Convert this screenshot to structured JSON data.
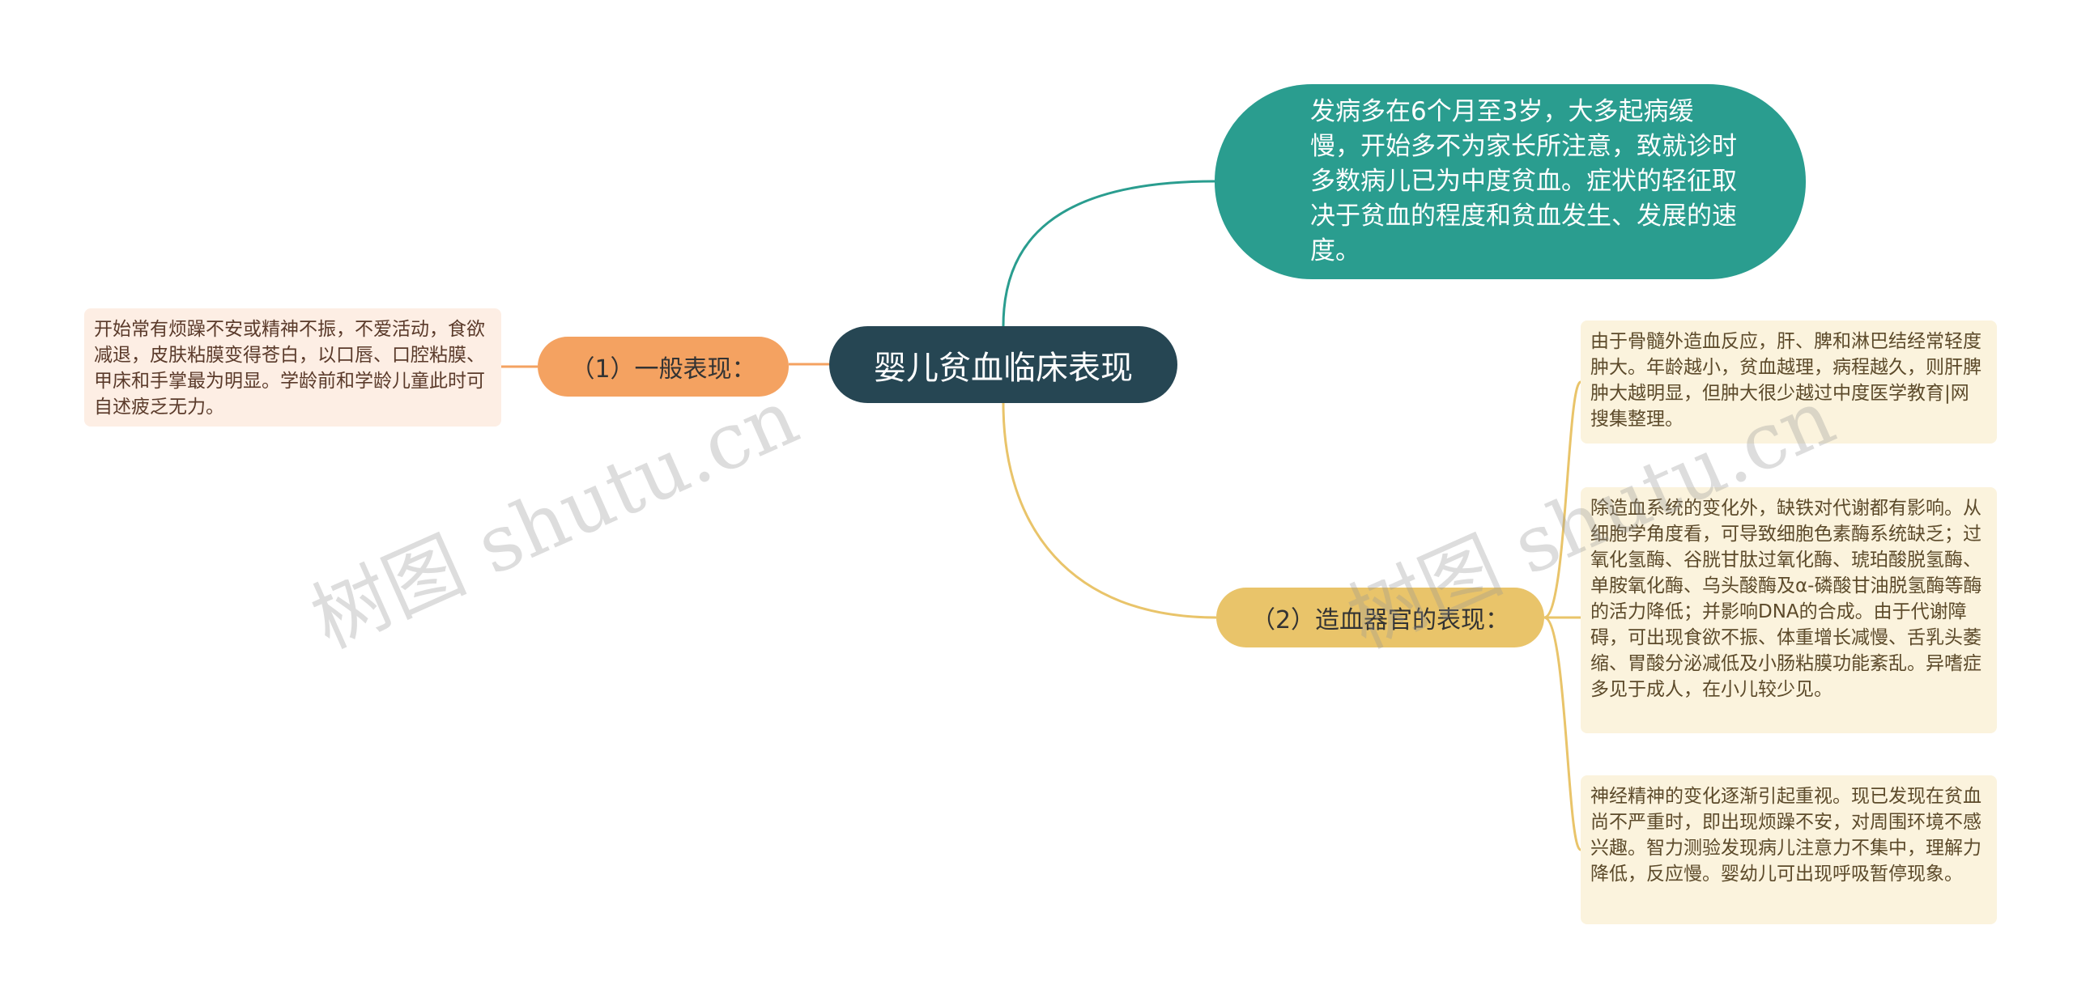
{
  "colors": {
    "root": "#264653",
    "intro": "#2a9d8f",
    "branch_general": "#f4a261",
    "branch_blood": "#e9c46a",
    "leaf_general": "#fdeee4",
    "leaf_blood": "#fbf3dd"
  },
  "root": {
    "label": "婴儿贫血临床表现"
  },
  "intro": {
    "text": "发病多在6个月至3岁，大多起病缓慢，开始多不为家长所注意，致就诊时多数病儿已为中度贫血。症状的轻征取决于贫血的程度和贫血发生、发展的速度。"
  },
  "general": {
    "label": "（1）一般表现：",
    "detail": "开始常有烦躁不安或精神不振，不爱活动，食欲减退，皮肤粘膜变得苍白，以口唇、口腔粘膜、甲床和手掌最为明显。学龄前和学龄儿童此时可自述疲乏无力。"
  },
  "blood_organ": {
    "label": "（2）造血器官的表现：",
    "details": [
      "由于骨髓外造血反应，肝、脾和淋巴结经常轻度肿大。年龄越小，贫血越理，病程越久，则肝脾肿大越明显，但肿大很少越过中度医学教育|网搜集整理。",
      "除造血系统的变化外，缺铁对代谢都有影响。从细胞学角度看，可导致细胞色素酶系统缺乏；过氧化氢酶、谷胱甘肽过氧化酶、琥珀酸脱氢酶、单胺氧化酶、乌头酸酶及α-磷酸甘油脱氢酶等酶的活力降低；并影响DNA的合成。由于代谢障碍，可出现食欲不振、体重增长减慢、舌乳头萎缩、胃酸分泌减低及小肠粘膜功能紊乱。异嗜症多见于成人，在小儿较少见。",
      "神经精神的变化逐渐引起重视。现已发现在贫血尚不严重时，即出现烦躁不安，对周围环境不感兴趣。智力测验发现病儿注意力不集中，理解力降低，反应慢。婴幼儿可出现呼吸暂停现象。"
    ]
  },
  "watermark": {
    "text": "树图 shutu.cn"
  }
}
